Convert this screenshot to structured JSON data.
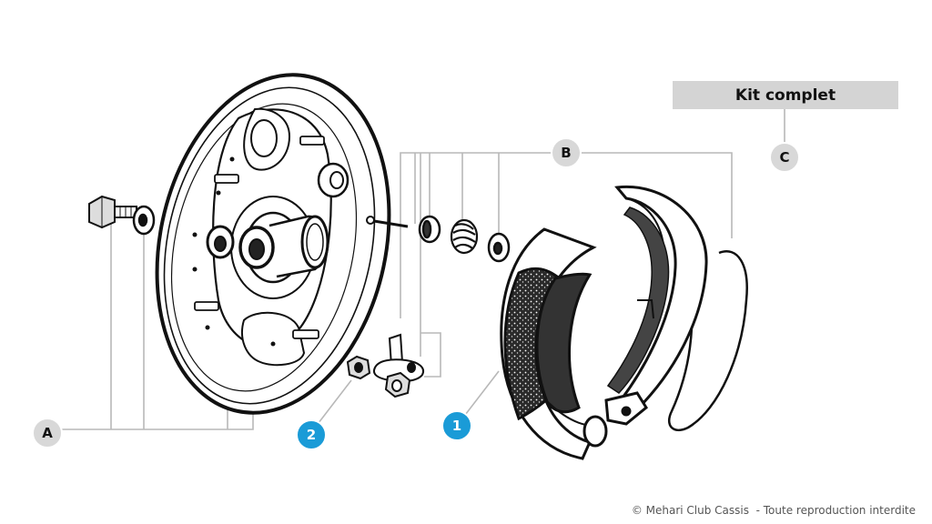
{
  "kit_label": "Kit complet",
  "copyright": "© Mehari Club Cassis  - Toute reproduction interdite",
  "callouts": {
    "A": "A",
    "B": "B",
    "C": "C",
    "one": "1",
    "two": "2"
  },
  "colors": {
    "gray_callout": "#d8d8d8",
    "blue_callout": "#1a9bd7",
    "leader_line": "#b8b8b8",
    "ink": "#111111"
  }
}
